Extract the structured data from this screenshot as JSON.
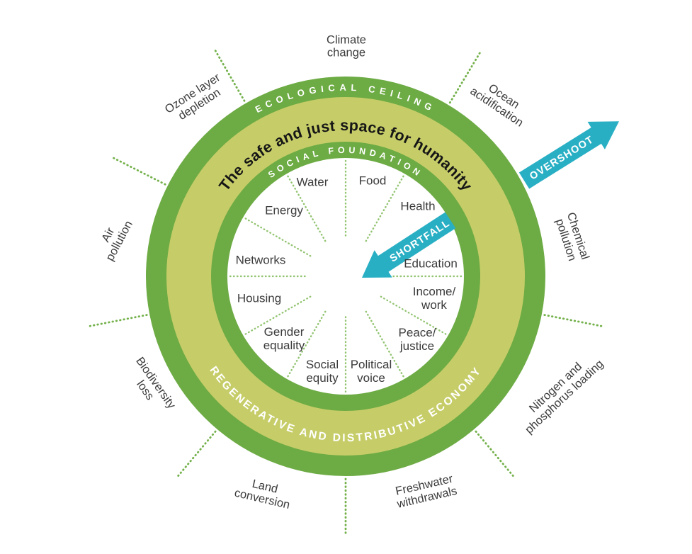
{
  "rings": {
    "ecological_ceiling": "ECOLOGICAL CEILING",
    "headline": "The safe and just space for humanity",
    "social_foundation": "SOCIAL FOUNDATION",
    "economy": "REGENERATIVE AND DISTRIBUTIVE ECONOMY"
  },
  "arrows": {
    "overshoot": "OVERSHOOT",
    "shortfall": "SHORTFALL"
  },
  "social": [
    "Water",
    "Food",
    "Health",
    "Education",
    "Income/\nwork",
    "Peace/\njustice",
    "Political\nvoice",
    "Social\nequity",
    "Gender\nequality",
    "Housing",
    "Networks",
    "Energy"
  ],
  "ecological": [
    "Climate\nchange",
    "Ocean\nacidification",
    "Chemical\npollution",
    "Nitrogen and\nphosphorus loading",
    "Freshwater\nwithdrawals",
    "Land\nconversion",
    "Biodiversity\nloss",
    "Air\npollution",
    "Ozone layer\ndepletion"
  ],
  "colors": {
    "ring_green": "#6DAB44",
    "band_yellow_green": "#C6CD68",
    "arrow_teal": "#29AFC4",
    "dot_green": "#74B14B",
    "label_text": "#3B3B3B",
    "headline_text": "#161616",
    "background": "#FFFFFF"
  }
}
